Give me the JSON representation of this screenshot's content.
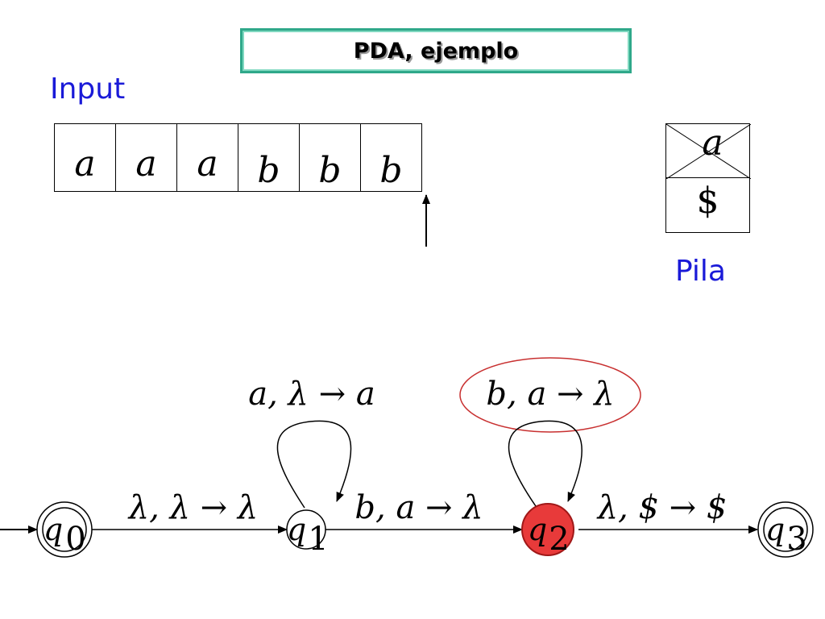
{
  "title": "PDA, ejemplo",
  "input_label": "Input",
  "stack_label": "Pila",
  "tape": [
    "a",
    "a",
    "a",
    "b",
    "b",
    "b"
  ],
  "stack": {
    "top": "a",
    "top_crossed_out": true,
    "bottom": "$"
  },
  "states": {
    "q0": {
      "name": "q",
      "sub": "0",
      "accepting": true,
      "initial": true
    },
    "q1": {
      "name": "q",
      "sub": "1",
      "accepting": false
    },
    "q2": {
      "name": "q",
      "sub": "2",
      "accepting": false,
      "current": true
    },
    "q3": {
      "name": "q",
      "sub": "3",
      "accepting": true
    }
  },
  "transitions": {
    "q0_q1": "λ, λ → λ",
    "q1_loop": "a, λ → a",
    "q1_q2": "b, a → λ",
    "q2_loop": "b, a → λ",
    "q2_q3": "λ, $ → $"
  },
  "colors": {
    "accent_blue": "#1a1ad8",
    "title_border": "#2fa88a",
    "current_state": "#e83a3a",
    "highlight_ellipse": "#c83030"
  }
}
